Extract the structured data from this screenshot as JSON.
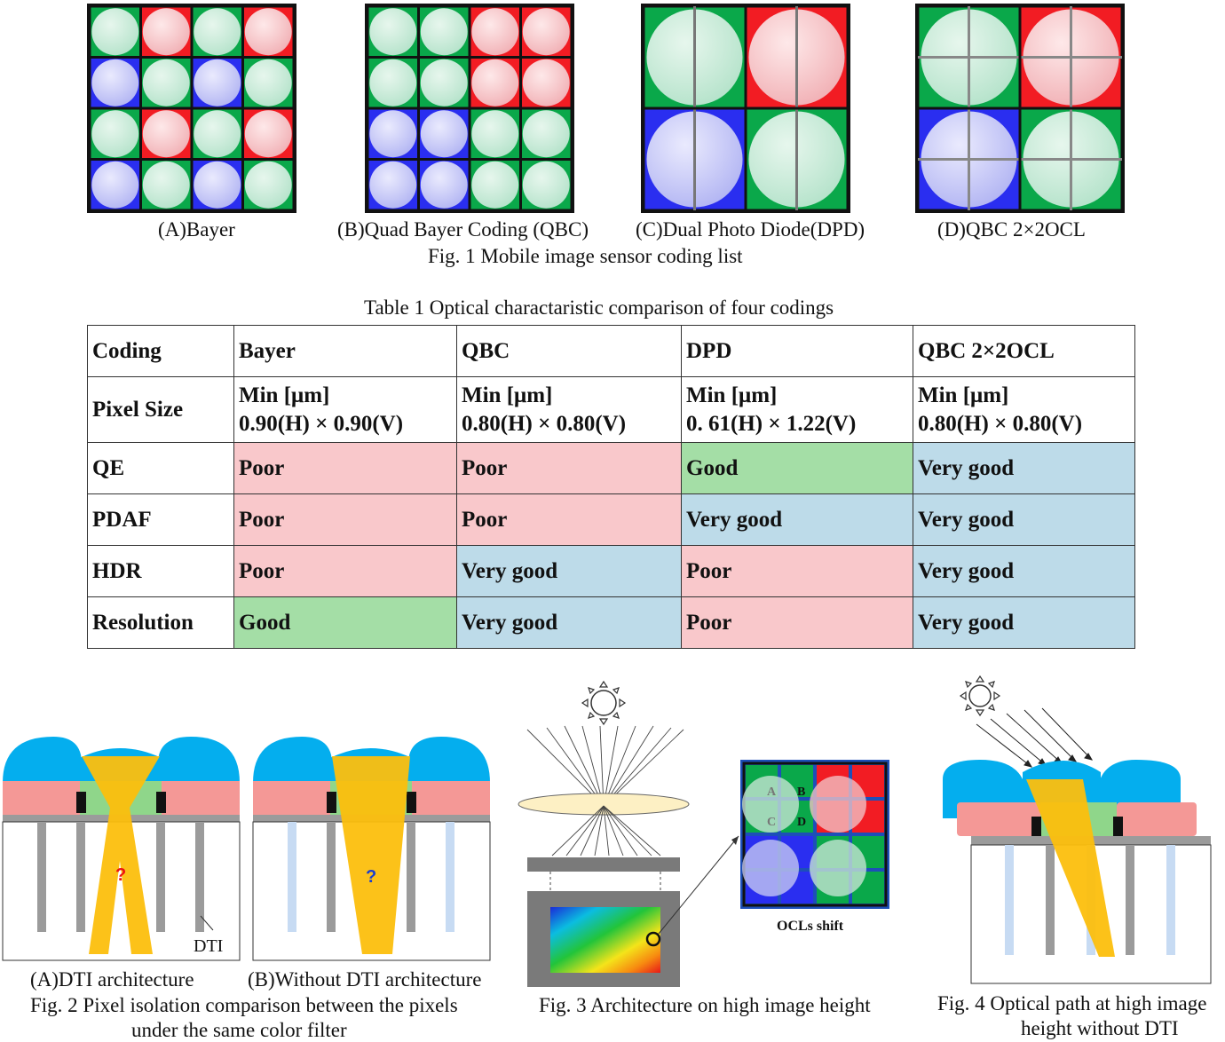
{
  "fig1": {
    "captions": [
      "(A)Bayer",
      "(B)Quad Bayer Coding (QBC)",
      "(C)Dual Photo Diode(DPD)",
      "(D)QBC 2×2OCL"
    ],
    "title": "Fig. 1 Mobile image sensor coding list"
  },
  "table1": {
    "title": "Table 1 Optical charactaristic comparison of four codings",
    "header": [
      "Coding",
      "Bayer",
      "QBC",
      "DPD",
      "QBC 2×2OCL"
    ],
    "pixel_size": {
      "label": "Pixel Size",
      "cells": [
        {
          "line1": "Min [μm]",
          "line2": "0.90(H) × 0.90(V)"
        },
        {
          "line1": "Min [μm]",
          "line2": "0.80(H) × 0.80(V)"
        },
        {
          "line1": "Min [μm]",
          "line2": "0. 61(H) × 1.22(V)"
        },
        {
          "line1": "Min [μm]",
          "line2": "0.80(H) × 0.80(V)"
        }
      ]
    },
    "rows": [
      {
        "label": "QE",
        "values": [
          "Poor",
          "Poor",
          "Good",
          "Very good"
        ]
      },
      {
        "label": "PDAF",
        "values": [
          "Poor",
          "Poor",
          "Very good",
          "Very good"
        ]
      },
      {
        "label": "HDR",
        "values": [
          "Poor",
          "Very good",
          "Poor",
          "Very good"
        ]
      },
      {
        "label": "Resolution",
        "values": [
          "Good",
          "Very good",
          "Poor",
          "Very good"
        ]
      }
    ],
    "rating_colors": {
      "Poor": "#f9c8cb",
      "Good": "#a4dea6",
      "Very good": "#bddbe9"
    }
  },
  "fig2": {
    "question_mark": "?",
    "dti_label": "DTI",
    "captions": [
      "(A)DTI architecture",
      "(B)Without DTI architecture"
    ],
    "title_line1": "Fig. 2 Pixel isolation comparison between the pixels",
    "title_line2": "under the same color filter"
  },
  "fig3": {
    "pd_labels": [
      "A",
      "B",
      "C",
      "D"
    ],
    "ocl_label": "OCLs shift",
    "title": "Fig. 3 Architecture on high image height"
  },
  "fig4": {
    "title_line1": "Fig. 4 Optical path at high image",
    "title_line2": "height without DTI"
  },
  "colors": {
    "filter_green": "#0aa84a",
    "filter_red": "#f21c23",
    "filter_blue": "#2a2ef0",
    "microlens_blue": "#04aeee",
    "color_filter_pink": "#f49896",
    "light_beam": "#fcbf0d"
  }
}
